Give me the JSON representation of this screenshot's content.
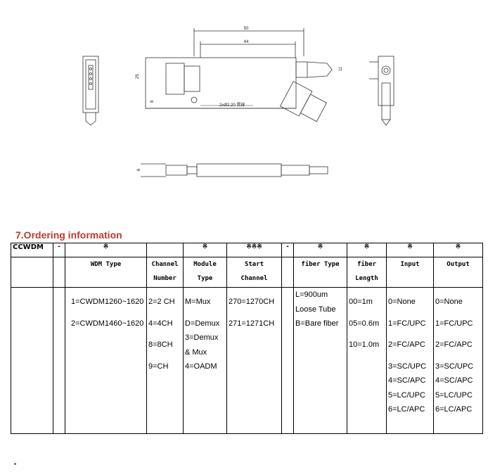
{
  "drawing": {
    "dim_top": "50",
    "dim_inner": "44",
    "dim_height": "25",
    "dim_right": "11",
    "dim_small": "8",
    "dim_side": "6",
    "hole_note": "2xØ2.20 贯穿"
  },
  "section_title": "7.Ordering information",
  "codes": [
    "CCWDM",
    "-",
    "※",
    "",
    "※",
    "※※※",
    "-",
    "※",
    "※",
    "※",
    "※"
  ],
  "headers": {
    "wdm_type": "WDM Type",
    "channel_number": [
      "Channel",
      "Number"
    ],
    "module_type": [
      "Module",
      "Type"
    ],
    "start_channel": [
      "Start",
      "Channel"
    ],
    "fiber_type": "fiber Type",
    "fiber_length": [
      "fiber",
      "Length"
    ],
    "input": "Input",
    "output": "Output"
  },
  "values": {
    "wdm_type": [
      "1=CWDM1260~1620",
      "2=CWDM1460~1620"
    ],
    "channel_number": [
      "2=2 CH",
      "4=4CH",
      "8=8CH",
      "9=CH"
    ],
    "module_type": [
      "M=Mux",
      "D=Demux",
      "3=Demux",
      "& Mux",
      "4=OADM"
    ],
    "start_channel": [
      "270=1270CH",
      "271=1271CH"
    ],
    "fiber_type": [
      "L=900um",
      "Loose Tube",
      "B=Bare fiber"
    ],
    "fiber_length": [
      "00=1m",
      "05=0.6m",
      "10=1.0m"
    ],
    "input": [
      "0=None",
      "1=FC/UPC",
      "2=FC/APC",
      "3=SC/UPC",
      "4=SC/APC",
      "5=LC/UPC",
      "6=LC/APC"
    ],
    "output": [
      "0=None",
      "1=FC/UPC",
      "2=FC/APC",
      "3=SC/UPC",
      "4=SC/APC",
      "5=LC/UPC",
      "6=LC/APC"
    ]
  }
}
